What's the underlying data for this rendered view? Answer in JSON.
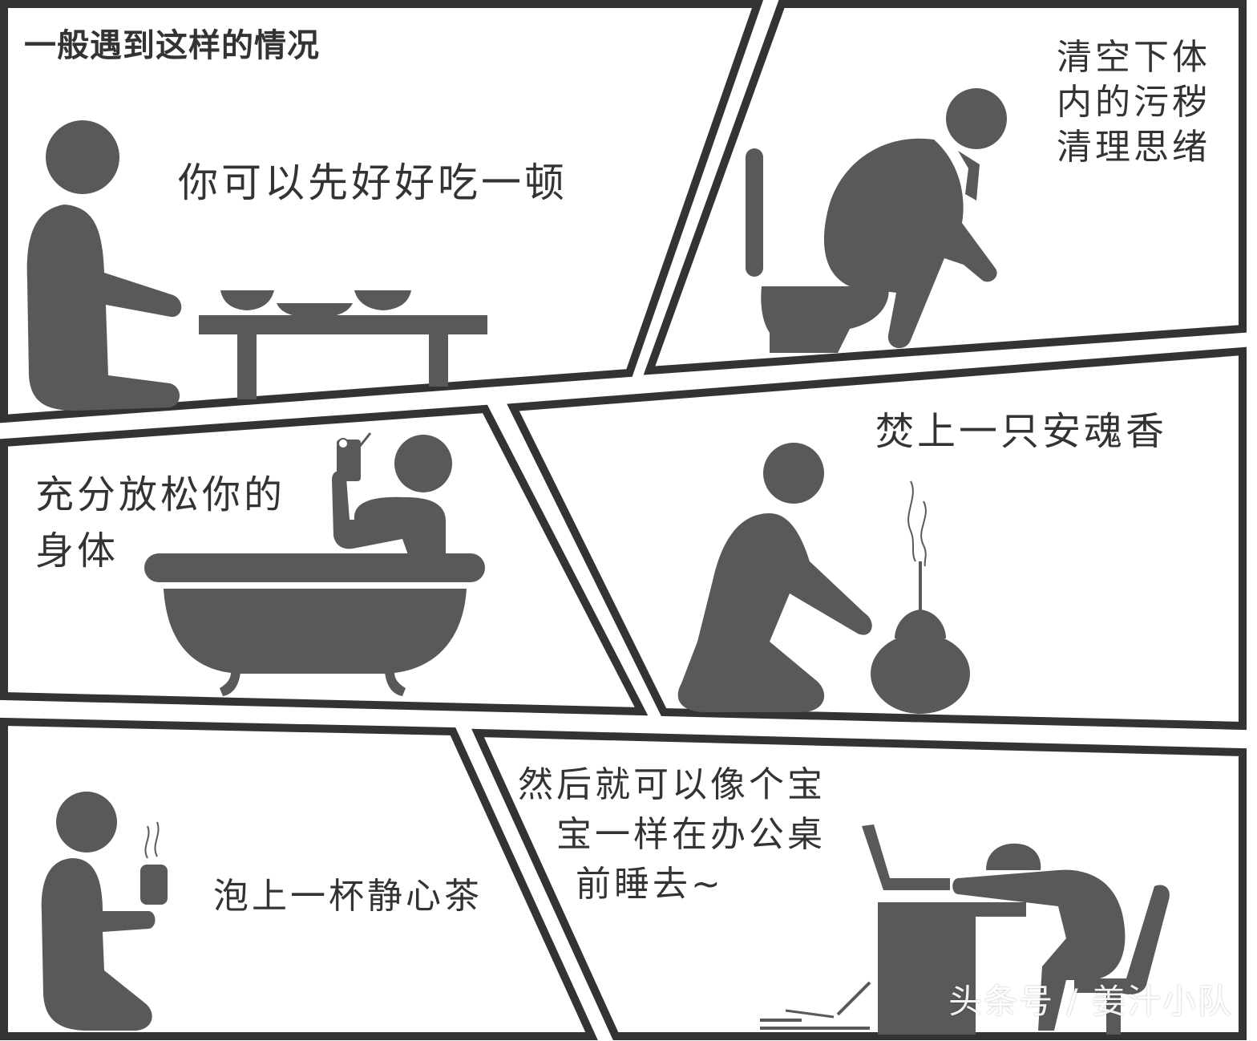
{
  "colors": {
    "figure": "#595959",
    "border": "#333333",
    "text": "#333333",
    "background": "#ffffff"
  },
  "header": {
    "title": "一般遇到这样的情况"
  },
  "panels": [
    {
      "id": "eat",
      "caption": "你可以先好好吃一顿"
    },
    {
      "id": "toilet",
      "caption_lines": [
        "清空下体",
        "内的污秽",
        "清理思绪"
      ]
    },
    {
      "id": "bath",
      "caption_lines": [
        "充分放松你的",
        "身体"
      ]
    },
    {
      "id": "incense",
      "caption": "焚上一只安魂香"
    },
    {
      "id": "tea",
      "caption": "泡上一杯静心茶"
    },
    {
      "id": "sleep",
      "caption_lines": [
        "然后就可以像个宝",
        "宝一样在办公桌",
        "前睡去~"
      ]
    }
  ],
  "watermark": "头条号 / 姜汁小队"
}
